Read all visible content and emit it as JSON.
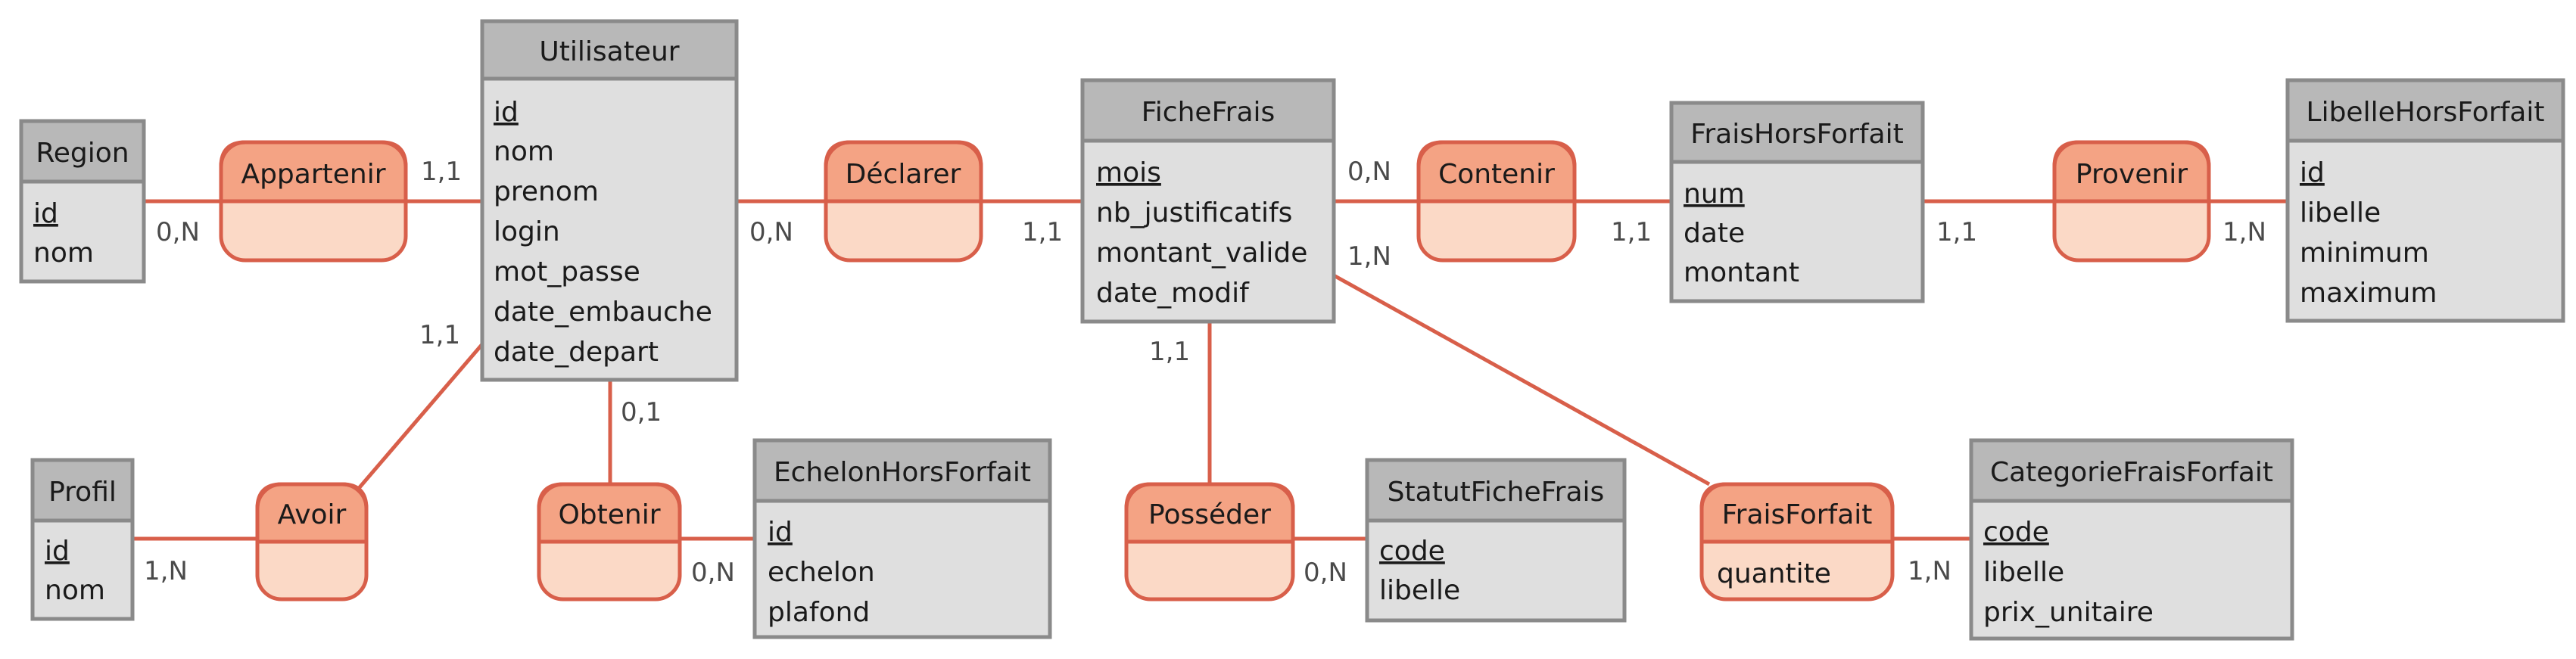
{
  "entities": {
    "region": {
      "title": "Region",
      "attrs": [
        {
          "text": "id",
          "key": true
        },
        {
          "text": "nom",
          "key": false
        }
      ]
    },
    "profil": {
      "title": "Profil",
      "attrs": [
        {
          "text": "id",
          "key": true
        },
        {
          "text": "nom",
          "key": false
        }
      ]
    },
    "utilisateur": {
      "title": "Utilisateur",
      "attrs": [
        {
          "text": "id",
          "key": true
        },
        {
          "text": "nom",
          "key": false
        },
        {
          "text": "prenom",
          "key": false
        },
        {
          "text": "login",
          "key": false
        },
        {
          "text": "mot_passe",
          "key": false
        },
        {
          "text": "date_embauche",
          "key": false
        },
        {
          "text": "date_depart",
          "key": false
        }
      ]
    },
    "echelon": {
      "title": "EchelonHorsForfait",
      "attrs": [
        {
          "text": "id",
          "key": true
        },
        {
          "text": "echelon",
          "key": false
        },
        {
          "text": "plafond",
          "key": false
        }
      ]
    },
    "fiche": {
      "title": "FicheFrais",
      "attrs": [
        {
          "text": "mois",
          "key": true
        },
        {
          "text": "nb_justificatifs",
          "key": false
        },
        {
          "text": "montant_valide",
          "key": false
        },
        {
          "text": "date_modif",
          "key": false
        }
      ]
    },
    "statut": {
      "title": "StatutFicheFrais",
      "attrs": [
        {
          "text": "code",
          "key": true
        },
        {
          "text": "libelle",
          "key": false
        }
      ]
    },
    "hors": {
      "title": "FraisHorsForfait",
      "attrs": [
        {
          "text": "num",
          "key": true
        },
        {
          "text": "date",
          "key": false
        },
        {
          "text": "montant",
          "key": false
        }
      ]
    },
    "categorie": {
      "title": "CategorieFraisForfait",
      "attrs": [
        {
          "text": "code",
          "key": true
        },
        {
          "text": "libelle",
          "key": false
        },
        {
          "text": "prix_unitaire",
          "key": false
        }
      ]
    },
    "libelle": {
      "title": "LibelleHorsForfait",
      "attrs": [
        {
          "text": "id",
          "key": true
        },
        {
          "text": "libelle",
          "key": false
        },
        {
          "text": "minimum",
          "key": false
        },
        {
          "text": "maximum",
          "key": false
        }
      ]
    }
  },
  "relations": {
    "appartenir": {
      "title": "Appartenir"
    },
    "avoir": {
      "title": "Avoir"
    },
    "obtenir": {
      "title": "Obtenir"
    },
    "declarer": {
      "title": "Déclarer"
    },
    "posseder": {
      "title": "Posséder"
    },
    "contenir": {
      "title": "Contenir"
    },
    "fraisforfait": {
      "title": "FraisForfait",
      "attr": "quantite"
    },
    "provenir": {
      "title": "Provenir"
    }
  },
  "cardinalities": {
    "region_appartenir": "0,N",
    "utilisateur_appartenir": "1,1",
    "utilisateur_avoir": "1,1",
    "profil_avoir": "1,N",
    "utilisateur_obtenir": "0,1",
    "echelon_obtenir": "0,N",
    "utilisateur_declarer": "0,N",
    "fiche_declarer": "1,1",
    "fiche_posseder": "1,1",
    "statut_posseder": "0,N",
    "fiche_contenir": "0,N",
    "hors_contenir": "1,1",
    "fiche_fraisforfait": "1,N",
    "categorie_fraisforfait": "1,N",
    "hors_provenir": "1,1",
    "libelle_provenir": "1,N"
  },
  "colors": {
    "entity_header": "#b8b8b8",
    "entity_body": "#dfdfdf",
    "relation_header": "#f4a384",
    "relation_body": "#fbd9c6",
    "link": "#d85f4a"
  }
}
